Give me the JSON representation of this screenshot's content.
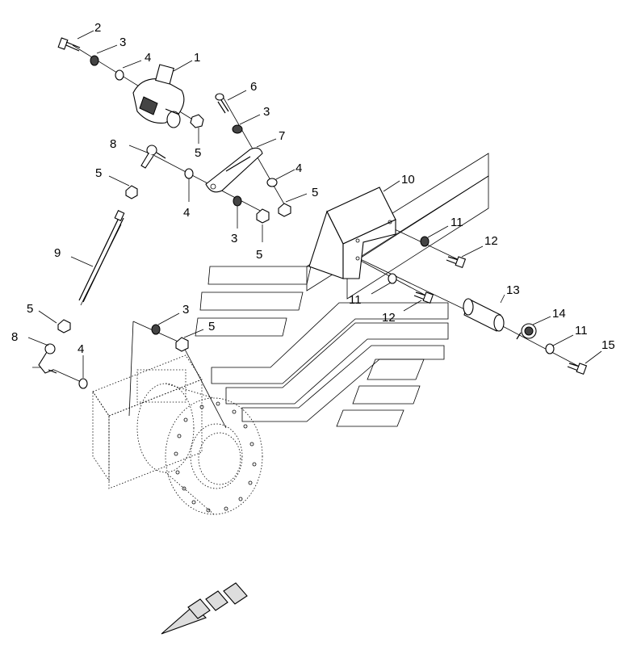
{
  "diagram": {
    "type": "exploded-parts-view",
    "callouts": [
      {
        "id": "c2",
        "text": "2"
      },
      {
        "id": "c3a",
        "text": "3"
      },
      {
        "id": "c4a",
        "text": "4"
      },
      {
        "id": "c1",
        "text": "1"
      },
      {
        "id": "c6",
        "text": "6"
      },
      {
        "id": "c3b",
        "text": "3"
      },
      {
        "id": "c5a",
        "text": "5"
      },
      {
        "id": "c7",
        "text": "7"
      },
      {
        "id": "c8a",
        "text": "8"
      },
      {
        "id": "c5b",
        "text": "5"
      },
      {
        "id": "c4b",
        "text": "4"
      },
      {
        "id": "c5c",
        "text": "5"
      },
      {
        "id": "c4c",
        "text": "4"
      },
      {
        "id": "c3c",
        "text": "3"
      },
      {
        "id": "c5d",
        "text": "5"
      },
      {
        "id": "c10",
        "text": "10"
      },
      {
        "id": "c11a",
        "text": "11"
      },
      {
        "id": "c12a",
        "text": "12"
      },
      {
        "id": "c9",
        "text": "9"
      },
      {
        "id": "c13",
        "text": "13"
      },
      {
        "id": "c11b",
        "text": "11"
      },
      {
        "id": "c12b",
        "text": "12"
      },
      {
        "id": "c5e",
        "text": "5"
      },
      {
        "id": "c3d",
        "text": "3"
      },
      {
        "id": "c5f",
        "text": "5"
      },
      {
        "id": "c14",
        "text": "14"
      },
      {
        "id": "c11c",
        "text": "11"
      },
      {
        "id": "c8b",
        "text": "8"
      },
      {
        "id": "c4d",
        "text": "4"
      },
      {
        "id": "c15",
        "text": "15"
      }
    ]
  }
}
